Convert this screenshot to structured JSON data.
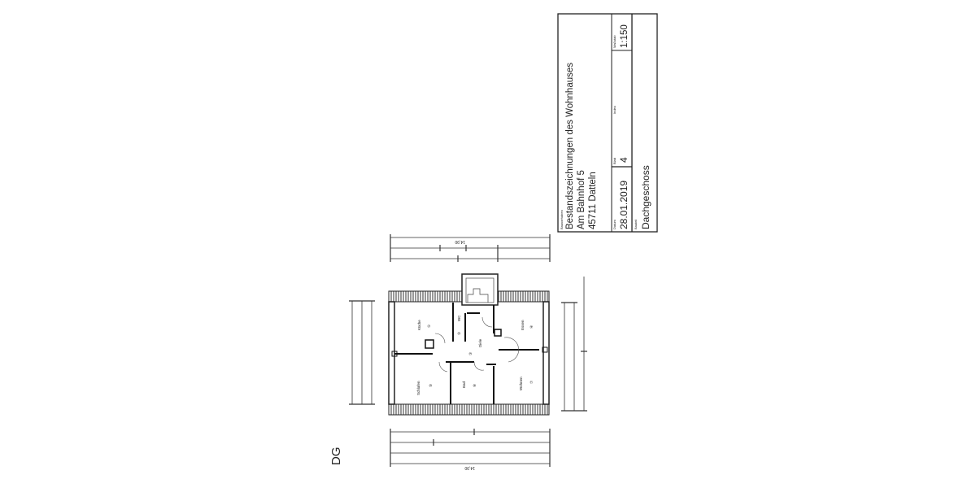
{
  "title_block": {
    "project_label": "Bauvorhaben",
    "project_lines": [
      "Bestandszeichnungen des Wohnhauses",
      "Am Bahnhof 5",
      "45711 Datteln"
    ],
    "date_label": "Datum",
    "date": "28.01.2019",
    "sheet_label": "Blatt",
    "sheet": "4",
    "index_label": "Index",
    "scale_label": "Maßstab",
    "scale": "1:150",
    "part_label": "Bauteil",
    "part": "Dachgeschoss"
  },
  "floor_label": "DG",
  "rooms": [
    {
      "name": "Küche",
      "number": "①"
    },
    {
      "name": "WC",
      "number": "②"
    },
    {
      "name": "Diele",
      "number": "③"
    },
    {
      "name": "Essen",
      "number": "④"
    },
    {
      "name": "Schlafen",
      "number": "⑤"
    },
    {
      "name": "Bad",
      "number": "⑥"
    },
    {
      "name": "Wohnen",
      "number": "⑦"
    }
  ],
  "dimensions": {
    "overall_width": "14,90"
  }
}
